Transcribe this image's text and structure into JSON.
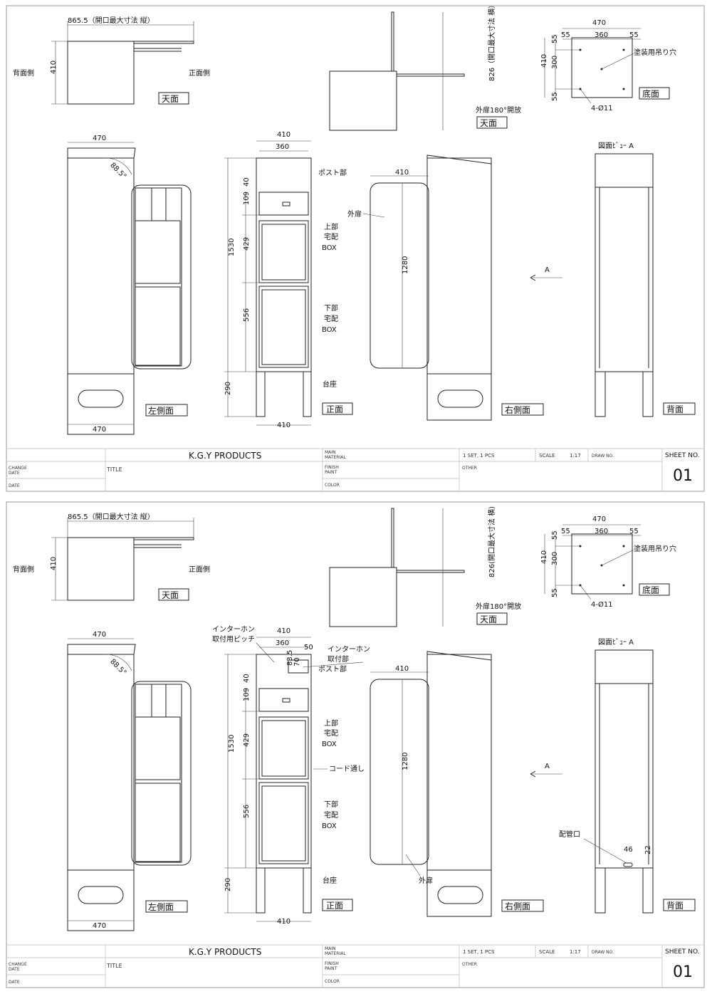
{
  "s1": {
    "top": {
      "width_dim": "865.5（開口最大寸法 縦）",
      "depth_dim": "410",
      "back_side": "背面側",
      "front_side": "正面側",
      "label": "天面"
    },
    "top_open": {
      "height_dim": "826（開口最大寸法 横）",
      "door_note": "外扉180°開放",
      "label": "天面"
    },
    "bottom": {
      "w": "470",
      "inner": "360",
      "m1": "55",
      "m2": "55",
      "d": "410",
      "inner_d": "300",
      "m3": "55",
      "m4": "55",
      "holes_note": "塗装用吊り穴",
      "holes": "4-Ø11",
      "label": "底面"
    },
    "left": {
      "w_top": "470",
      "angle": "88.5°",
      "w_bottom": "470",
      "label": "左側面"
    },
    "front": {
      "w": "410",
      "inner": "360",
      "h": "1530",
      "d40": "40",
      "d109": "109",
      "d429": "429",
      "d556": "556",
      "d290": "290",
      "w_bottom": "410",
      "post": "ポスト部",
      "upper": [
        "上部",
        "宅配",
        "BOX"
      ],
      "lower": [
        "下部",
        "宅配",
        "BOX"
      ],
      "base": "台座",
      "label": "正面"
    },
    "right": {
      "w": "410",
      "h": "1280",
      "door": "外扉",
      "label": "右側面"
    },
    "back": {
      "view": "図面ﾋﾞｭｰ A",
      "arrow": "A",
      "label": "背面"
    },
    "title_block": {
      "company": "K.G.Y PRODUCTS",
      "title": "TITLE",
      "change_date": [
        "CHANGE",
        "DATE"
      ],
      "date": "DATE",
      "main_material": [
        "MAIN",
        "MATERIAL"
      ],
      "finish_paint": [
        "FINISH",
        "PAINT"
      ],
      "color": "COLOR",
      "set": "1 SET, 1 PCS",
      "scale_label": "SCALE",
      "scale": "1:17",
      "draw_no": "DRAW NO.",
      "other": "OTHER",
      "sheet_no_label": "SHEET NO.",
      "sheet_no": "01"
    }
  },
  "s2": {
    "top": {
      "width_dim": "865.5（開口最大寸法 縦）",
      "depth_dim": "410",
      "back_side": "背面側",
      "front_side": "正面側",
      "label": "天面"
    },
    "top_open": {
      "height_dim": "826(開口最大寸法 横)",
      "door_note": "外扉180°開放",
      "label": "天面"
    },
    "bottom": {
      "w": "470",
      "inner": "360",
      "m1": "55",
      "m2": "55",
      "d": "410",
      "inner_d": "300",
      "m3": "55",
      "m4": "55",
      "holes_note": "塗装用吊り穴",
      "holes": "4-Ø11",
      "label": "底面"
    },
    "left": {
      "w_top": "470",
      "angle": "88.5°",
      "w_bottom": "470",
      "label": "左側面"
    },
    "front": {
      "w": "410",
      "inner": "360",
      "h": "1530",
      "d40": "40",
      "d109": "109",
      "d429": "429",
      "d556": "556",
      "d290": "290",
      "w_bottom": "410",
      "post": "ポスト部",
      "upper": [
        "上部",
        "宅配",
        "BOX"
      ],
      "lower": [
        "下部",
        "宅配",
        "BOX"
      ],
      "base": "台座",
      "label": "正面"
    },
    "right": {
      "w": "410",
      "h": "1280",
      "door": "外扉",
      "label": "右側面"
    },
    "back": {
      "view": "図面ﾋﾞｭｰ A",
      "arrow": "A",
      "label": "背面"
    },
    "title_block": {
      "company": "K.G.Y PRODUCTS",
      "title": "TITLE",
      "change_date": [
        "CHANGE",
        "DATE"
      ],
      "date": "DATE",
      "main_material": [
        "MAIN",
        "MATERIAL"
      ],
      "finish_paint": [
        "FINISH",
        "PAINT"
      ],
      "color": "COLOR",
      "set": "1 SET, 1 PCS",
      "scale_label": "SCALE",
      "scale": "1:17",
      "draw_no": "DRAW NO.",
      "other": "OTHER",
      "sheet_no_label": "SHEET NO.",
      "sheet_no": "01"
    },
    "extras": {
      "intercom_pitch": [
        "インターホン",
        "取付用ピッチ"
      ],
      "d83_5": "83.5",
      "d70": "70",
      "d50": "50",
      "intercom": [
        "インターホン",
        "取付部"
      ],
      "cord": "コード通し",
      "pipe": "配管口",
      "d46": "46",
      "d22": "22"
    }
  }
}
